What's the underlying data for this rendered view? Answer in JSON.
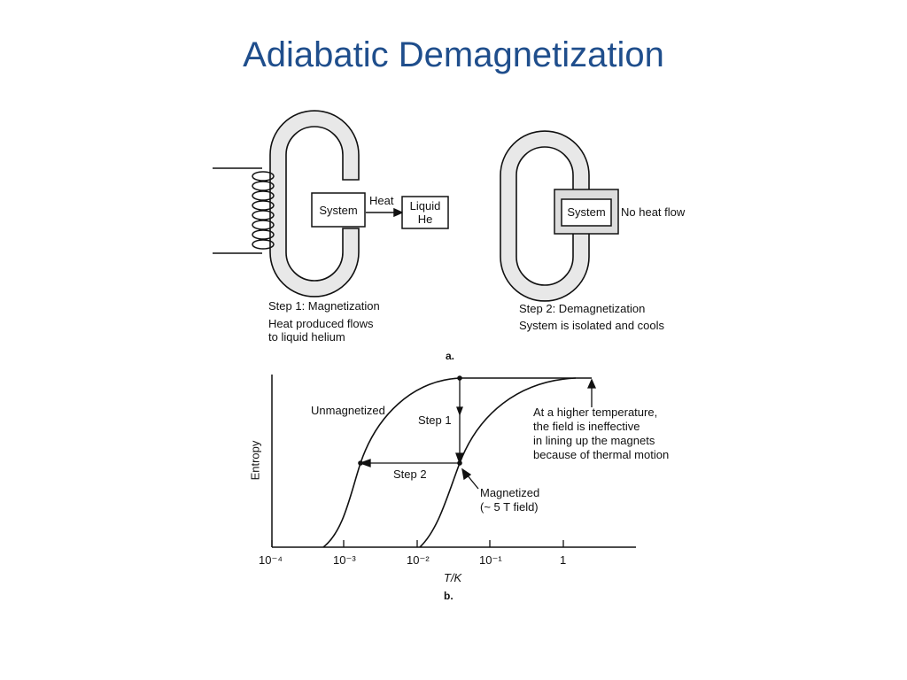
{
  "slide": {
    "title": "Adiabatic Demagnetization"
  },
  "panel_a": {
    "step1": {
      "system_label": "System",
      "heat_label": "Heat",
      "helium_label_line1": "Liquid",
      "helium_label_line2": "He",
      "caption_title": "Step 1: Magnetization",
      "caption_line1": "Heat produced flows",
      "caption_line2": "to liquid helium"
    },
    "step2": {
      "system_label": "System",
      "no_heat_label": "No heat flow",
      "caption_title": "Step 2: Demagnetization",
      "caption_line1": "System is isolated and cools"
    },
    "panel_label": "a."
  },
  "panel_b": {
    "ylabel": "Entropy",
    "xlabel": "T/K",
    "panel_label": "b.",
    "ticks": [
      "10⁻⁴",
      "10⁻³",
      "10⁻²",
      "10⁻¹",
      "1"
    ],
    "curve_unmagnetized": "Unmagnetized",
    "curve_magnetized_line1": "Magnetized",
    "curve_magnetized_line2": "(~ 5 T field)",
    "step1_label": "Step 1",
    "step2_label": "Step 2",
    "note_line1": "At a higher temperature,",
    "note_line2": "the field is ineffective",
    "note_line3": "in lining up the magnets",
    "note_line4": "because of thermal motion"
  },
  "colors": {
    "title": "#1f4e8c",
    "ink": "#111111",
    "magnet_fill": "#e8e8e8"
  }
}
